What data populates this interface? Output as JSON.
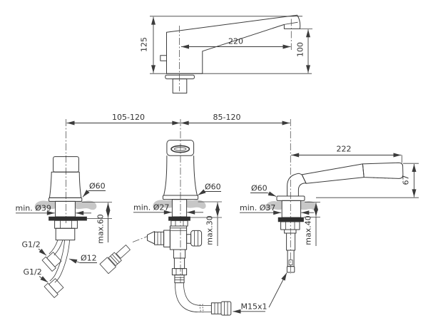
{
  "spout_view": {
    "height": "125",
    "reach": "220",
    "outlet_height": "100"
  },
  "spacing": {
    "handle_to_spout": "105-120",
    "spout_to_shower": "85-120"
  },
  "handle_unit": {
    "escutcheon_dia": "Ø60",
    "min_hole": "min. Ø39",
    "max_deck": "max.60",
    "inlet_a": "G1/2",
    "inlet_b": "G1/2",
    "pipe_dia": "Ø12"
  },
  "spout_unit": {
    "escutcheon_dia": "Ø60",
    "min_hole": "min. Ø27",
    "max_deck": "max.30",
    "hose_thread": "M15x1"
  },
  "shower_unit": {
    "length": "222",
    "height": "67",
    "escutcheon_dia": "Ø60",
    "min_hole": "min. Ø37",
    "max_deck": "max.40"
  }
}
